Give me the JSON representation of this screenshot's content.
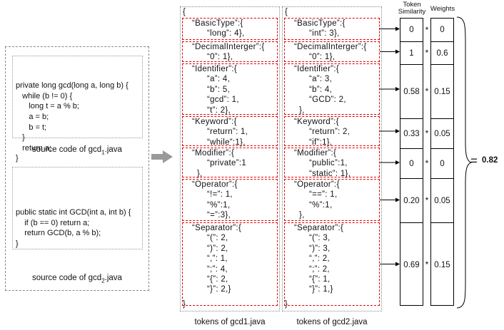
{
  "source_panel": {
    "gcd1_lines": [
      "private long gcd(long a, long b) {",
      "   while (b != 0) {",
      "      long t = a % b;",
      "      a = b;",
      "      b = t;",
      "   }",
      "   return a;",
      "}"
    ],
    "gcd1_caption_pre": "source code of gcd",
    "gcd1_caption_sub": "1",
    "gcd1_caption_post": ".java",
    "gcd2_lines": [
      "public static int GCD(int a, int b) {",
      "    if (b == 0) return a;",
      "    return GCD(b, a % b);",
      "}"
    ],
    "gcd2_caption_pre": "source code of gcd",
    "gcd2_caption_sub": "2",
    "gcd2_caption_post": ".java"
  },
  "tokens1": {
    "open": "{",
    "close": "}",
    "groups": [
      [
        "“BasicType”:{",
        "      “long”: 4},"
      ],
      [
        "“DecimalInterger”:{",
        "      “0”: 1},"
      ],
      [
        "“Identifier”:{",
        "      “a”: 4,",
        "      “b”: 5,",
        "      “gcd”: 1,",
        "      “t”: 2},"
      ],
      [
        "“Keyword”:{",
        "      “return”: 1,",
        "      “while”:1},"
      ],
      [
        "“Modifier”:{",
        "      “private”:1",
        "  },"
      ],
      [
        "“Operator”:{",
        "      “!=”: 1,",
        "      “%”:1,",
        "      “=”:3},"
      ],
      [
        "“Separator”:{",
        "      “(”: 2,",
        "      “)”: 2,",
        "      “,”: 1,",
        "      “;”: 4,",
        "      “{”: 2,",
        "      “}”: 2,}"
      ]
    ],
    "caption": "tokens of gcd1.java"
  },
  "tokens2": {
    "open": "{",
    "close": "}",
    "groups": [
      [
        "“BasicType”:{",
        "      “int”: 3},"
      ],
      [
        "“DecimalInterger”:{",
        "      “0”: 1},"
      ],
      [
        "“Identifier”:{",
        "      “a”: 3,",
        "      “b”: 4,",
        "      “GCD”: 2,",
        "  },"
      ],
      [
        "“Keyword”:{",
        "      “return”: 2,",
        "      “if”:1},"
      ],
      [
        "“Modifier”:{",
        "      “public”:1,",
        "      “static”: 1},"
      ],
      [
        "“Operator”:{",
        "      “==”: 1,",
        "      “%”:1,",
        "  },"
      ],
      [
        "“Separator”:{",
        "      “(”: 3,",
        "      “)”: 3,",
        "      “,”: 2,",
        "      “;”: 2,",
        "      “{”: 1,",
        "      “}”: 1,}"
      ]
    ],
    "caption": "tokens of gcd2.java"
  },
  "similarity": {
    "header_line1": "Token",
    "header_line2": "Similarity",
    "values": [
      "0",
      "1",
      "0.58",
      "0.33",
      "0",
      "0.20",
      "0.69"
    ]
  },
  "weights": {
    "header": "Weights",
    "values": [
      "0",
      "0.6",
      "0.15",
      "0.05",
      "0",
      "0.05",
      "0.15"
    ]
  },
  "multiply_symbol": "*",
  "result": {
    "equals": "=",
    "value": "0.82"
  }
}
